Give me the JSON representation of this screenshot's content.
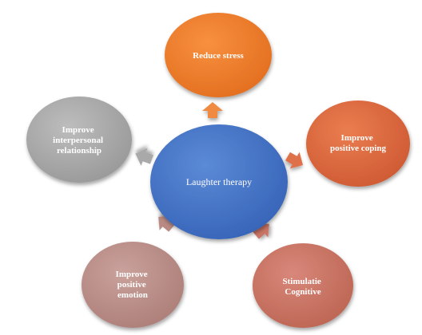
{
  "diagram": {
    "center": {
      "lines": [
        "Laughter therapy"
      ],
      "color": "#4472c4"
    },
    "nodes": [
      {
        "id": "reduce-stress",
        "lines": [
          "Reduce stress"
        ],
        "color": "#ed7d31"
      },
      {
        "id": "improve-positive-coping",
        "lines": [
          "Improve",
          "positive coping"
        ],
        "color": "#d9643a"
      },
      {
        "id": "stimulatie-cognitive",
        "lines": [
          "Stimulatie",
          "Cognitive"
        ],
        "color": "#c8705f"
      },
      {
        "id": "improve-positive-emotion",
        "lines": [
          "Improve",
          "positive",
          "emotion"
        ],
        "color": "#b98a84"
      },
      {
        "id": "improve-interpersonal-relationship",
        "lines": [
          "Improve",
          "interpersonal",
          "relationship"
        ],
        "color": "#a5a5a5"
      }
    ]
  }
}
